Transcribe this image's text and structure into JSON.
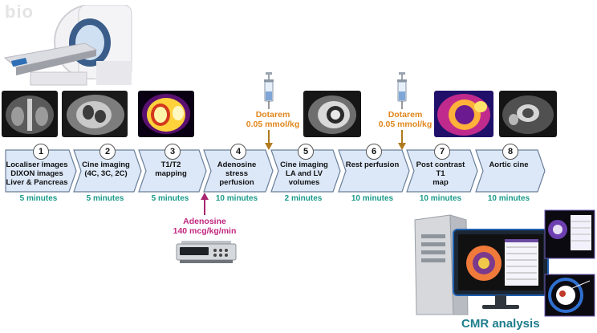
{
  "watermark": "bio",
  "steps": [
    {
      "num": "1",
      "label": "Localiser images\nDIXON images\nLiver & Pancreas",
      "duration": "5 minutes"
    },
    {
      "num": "2",
      "label": "Cine imaging\n(4C, 3C, 2C)",
      "duration": "5 minutes"
    },
    {
      "num": "3",
      "label": "T1/T2\nmapping",
      "duration": "5 minutes"
    },
    {
      "num": "4",
      "label": "Adenosine stress\nperfusion",
      "duration": "10 minutes"
    },
    {
      "num": "5",
      "label": "Cine imaging\nLA and LV\nvolumes",
      "duration": "2 minutes"
    },
    {
      "num": "6",
      "label": "Rest perfusion",
      "duration": "10 minutes"
    },
    {
      "num": "7",
      "label": "Post contrast T1\nmap",
      "duration": "10 minutes"
    },
    {
      "num": "8",
      "label": "Aortic cine",
      "duration": "10 minutes"
    }
  ],
  "agents": {
    "dotarem1": "Dotarem\n0.05 mmol/kg",
    "dotarem2": "Dotarem\n0.05 mmol/kg",
    "adenosine": "Adenosine\n140 mcg/kg/min"
  },
  "cmr_analysis": "CMR analysis",
  "colors": {
    "step_fill": "#dce8f8",
    "step_stroke": "#6b7f99",
    "duration": "#1a9a8a",
    "dotarem": "#e0861c",
    "adenosine": "#c2267f",
    "cmr": "#1e7d8c"
  }
}
